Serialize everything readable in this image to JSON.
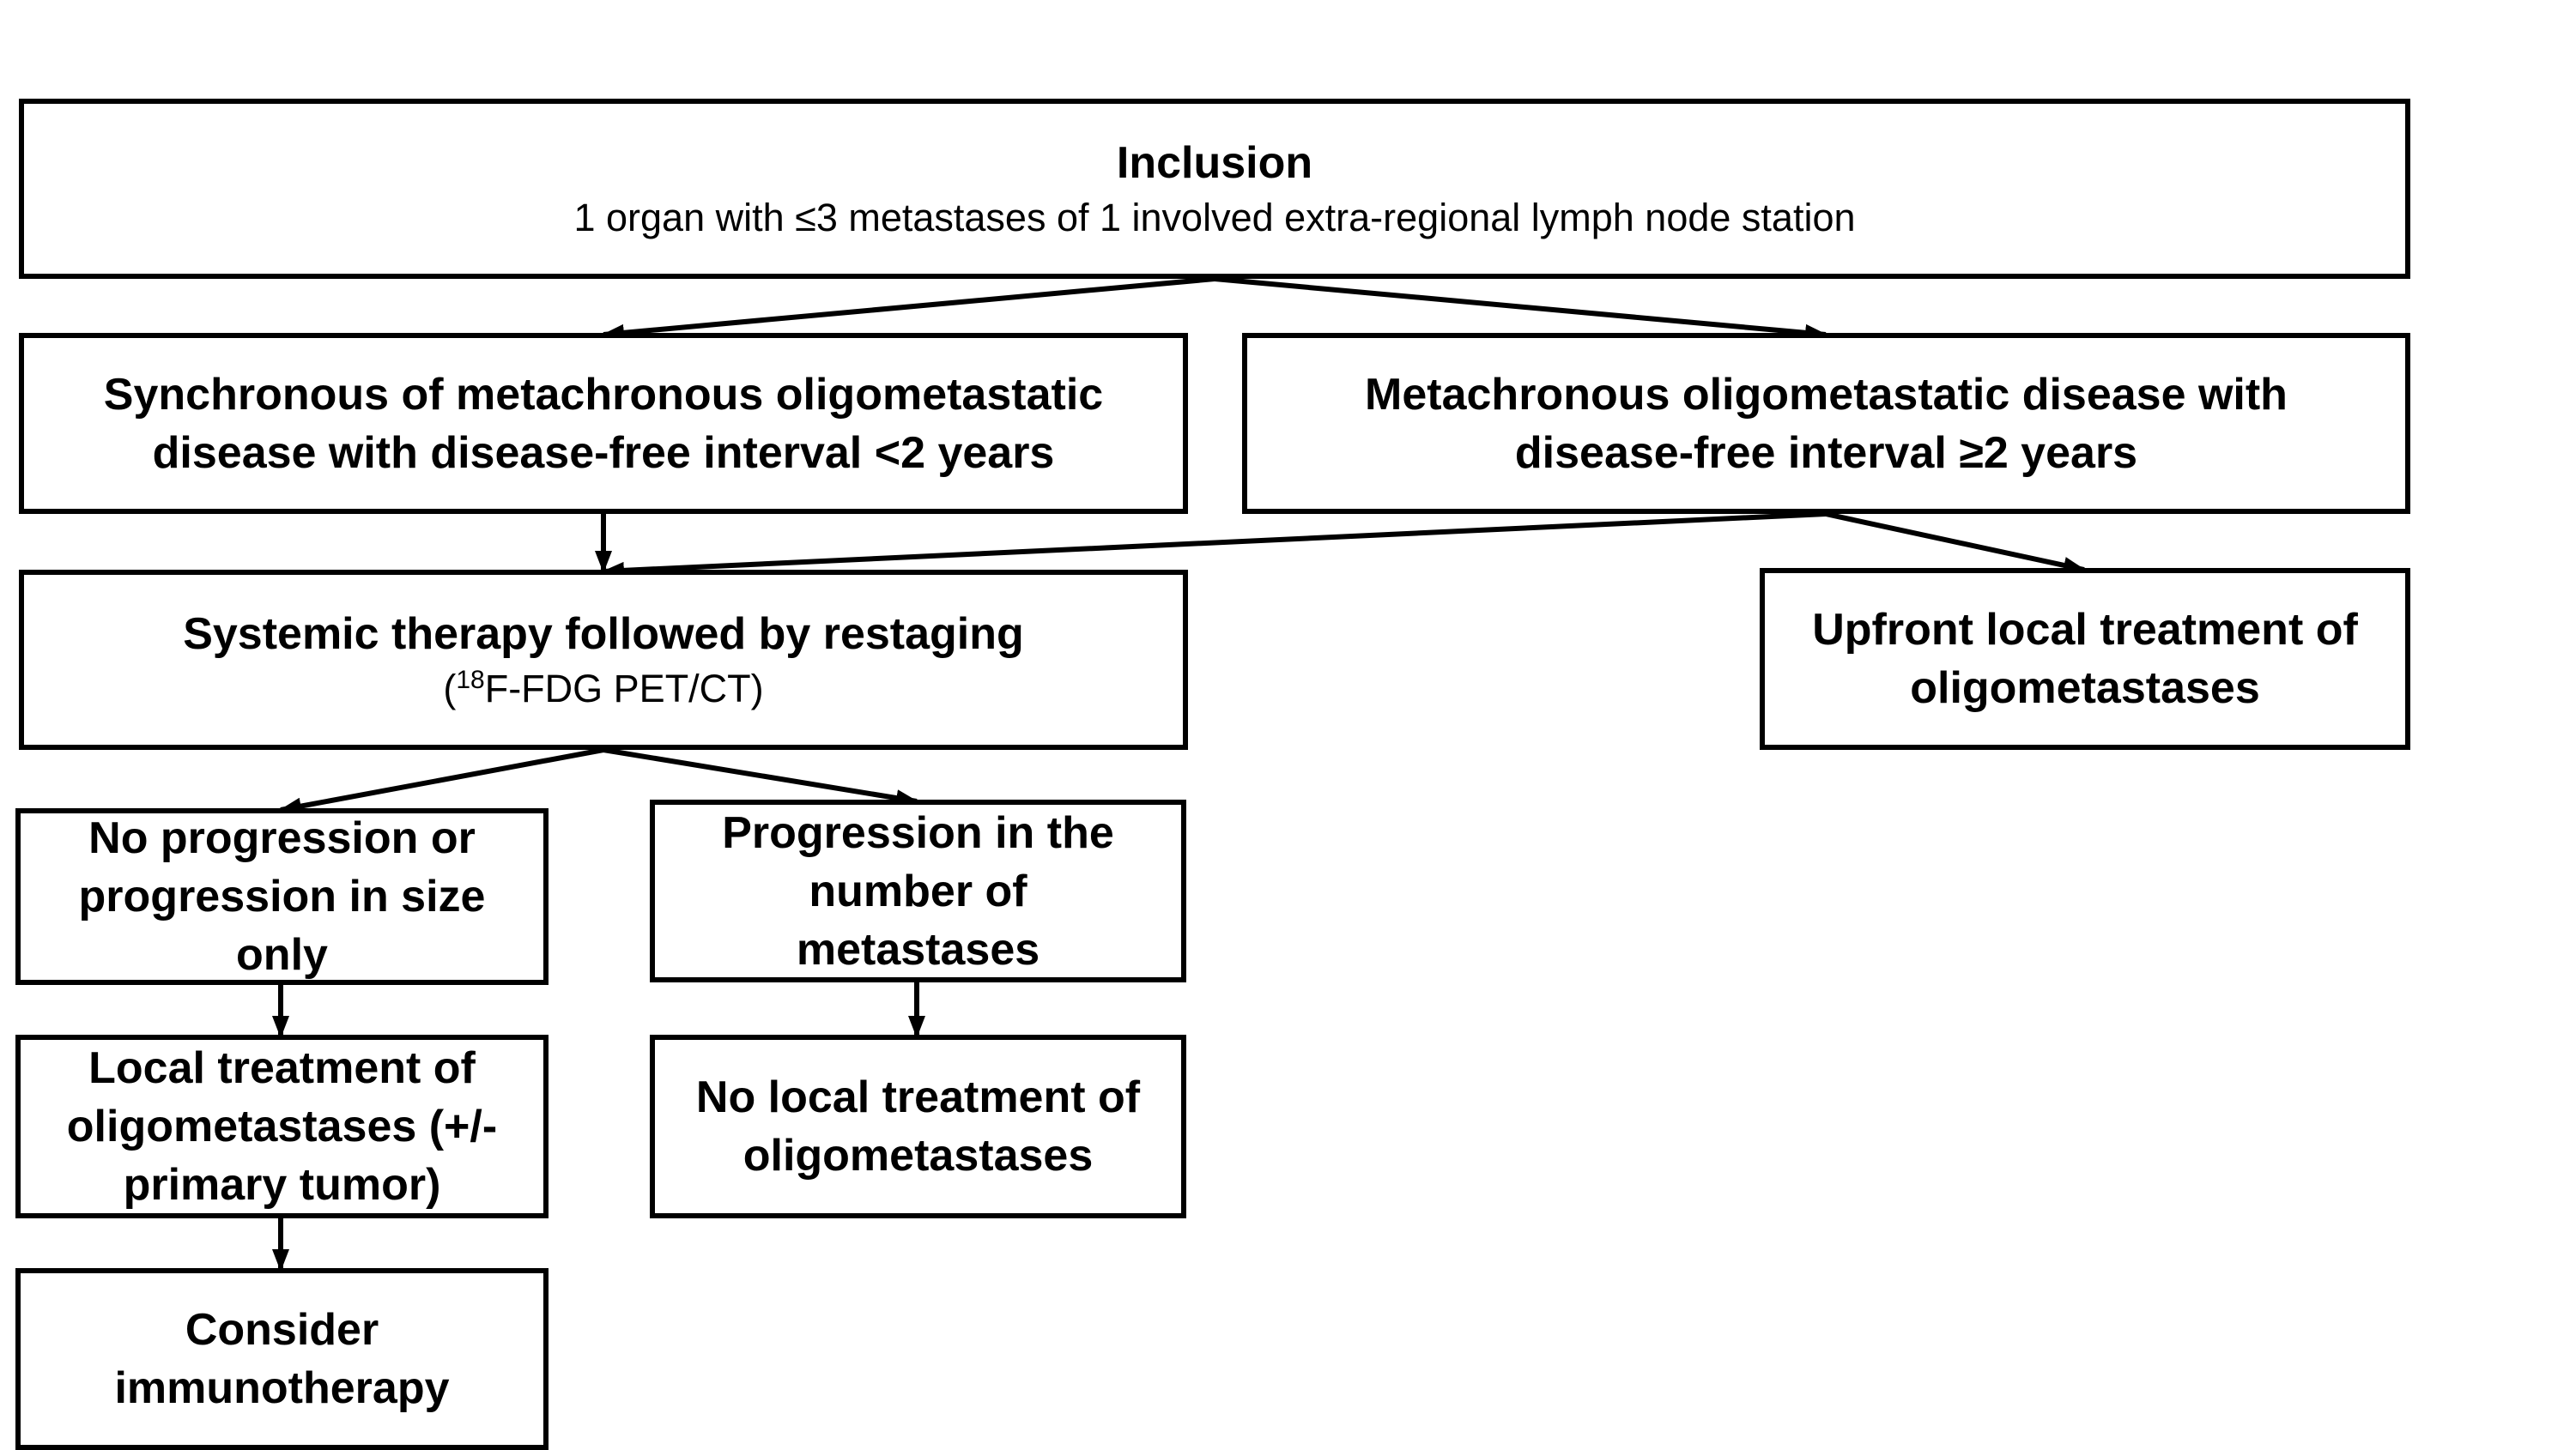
{
  "inclusion": {
    "title": "Inclusion",
    "subtitle": "1 organ with ≤3 metastases of 1 involved extra-regional lymph node station"
  },
  "synchronous": {
    "line1": "Synchronous of metachronous oligometastatic",
    "line2": "disease with disease-free interval <2 years"
  },
  "metachronous": {
    "line1": "Metachronous oligometastatic disease with",
    "line2": "disease-free interval ≥2 years"
  },
  "systemic": {
    "title": "Systemic therapy followed by restaging",
    "sub_open": "(",
    "sub_sup": "18",
    "sub_rest": "F-FDG PET/CT)"
  },
  "upfront": {
    "line1": "Upfront local treatment of",
    "line2": "oligometastases"
  },
  "no_progression": {
    "line1": "No progression or",
    "line2": "progression in size",
    "line3": "only"
  },
  "progression_number": {
    "line1": "Progression in the",
    "line2": "number of",
    "line3": "metastases"
  },
  "local_treatment": {
    "line1": "Local treatment of",
    "line2": "oligometastases (+/-",
    "line3": "primary tumor)"
  },
  "no_local_treatment": {
    "line1": "No local treatment of",
    "line2": "oligometastases"
  },
  "immunotherapy": {
    "line1": "Consider",
    "line2": "immunotherapy"
  }
}
